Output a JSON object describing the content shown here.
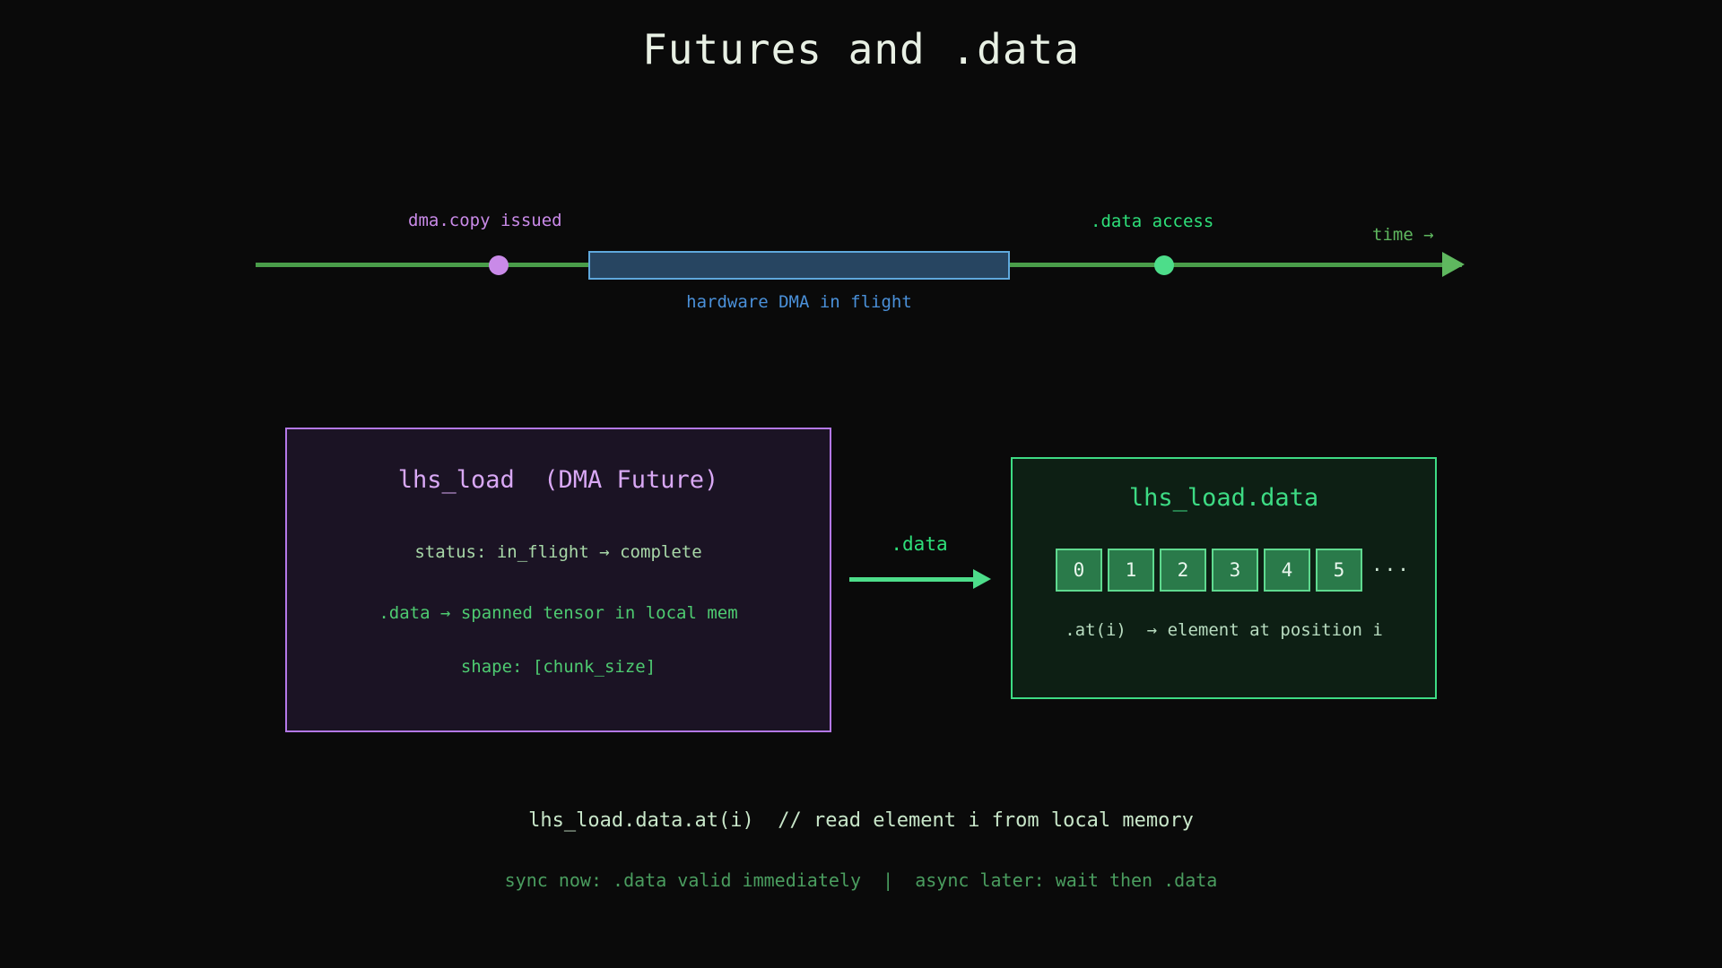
{
  "page": {
    "title": "Futures and .data",
    "background_color": "#0a0a0a"
  },
  "timeline": {
    "axis_label": "time →",
    "axis_color": "#4a9d4a",
    "markers": [
      {
        "label": "dma.copy issued",
        "color": "#c98ae8",
        "dot_color": "#c98ae8"
      },
      {
        "label": ".data access",
        "color": "#2ee07a",
        "dot_color": "#4ddd8a"
      }
    ],
    "span": {
      "label": "hardware DMA in flight",
      "fill_color": "#274561",
      "border_color": "#5fa8dc",
      "label_color": "#4a90d9"
    }
  },
  "future_box": {
    "title": "lhs_load  (DMA Future)",
    "border_color": "#b478e8",
    "fill_color": "#1b1324",
    "lines": [
      "status: in_flight → complete",
      ".data → spanned tensor in local mem",
      "shape: [chunk_size]"
    ]
  },
  "transition": {
    "label": ".data",
    "color": "#4ddd8a"
  },
  "data_box": {
    "title": "lhs_load.data",
    "border_color": "#3ddb84",
    "fill_color": "#0d1f14",
    "cells": [
      "0",
      "1",
      "2",
      "3",
      "4",
      "5"
    ],
    "cells_ellipsis": "···",
    "accessor_note": ".at(i)  → element at position i"
  },
  "footer": {
    "code_line": "lhs_load.data.at(i)  // read element i from local memory",
    "note_line": "sync now: .data valid immediately  |  async later: wait then .data"
  }
}
